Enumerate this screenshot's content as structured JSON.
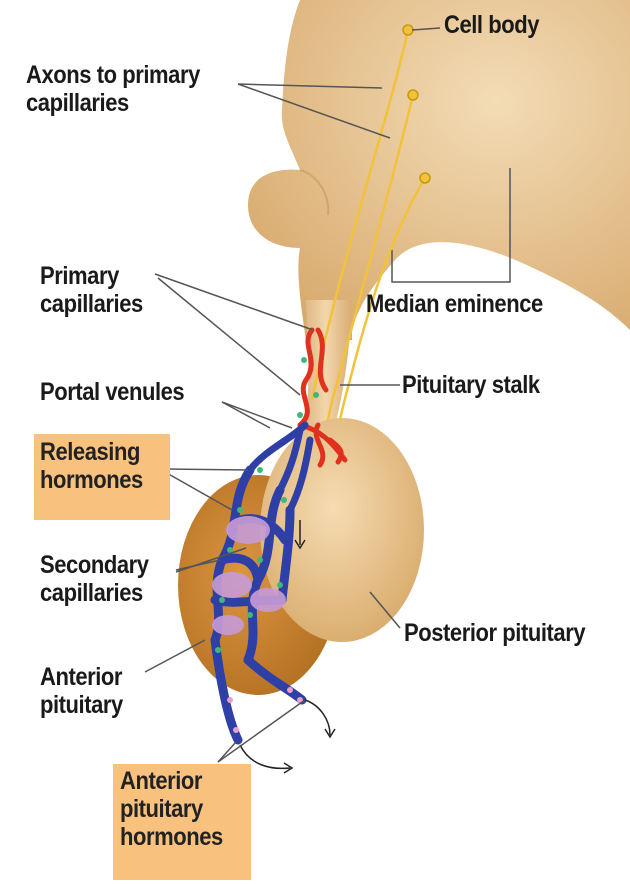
{
  "labels": {
    "cell_body": "Cell body",
    "axons": [
      "Axons to primary",
      "capillaries"
    ],
    "median_eminence": "Median eminence",
    "primary_capillaries": [
      "Primary",
      "capillaries"
    ],
    "pituitary_stalk": "Pituitary stalk",
    "portal_venules": "Portal venules",
    "releasing_hormones": [
      "Releasing",
      "hormones"
    ],
    "secondary_capillaries": [
      "Secondary",
      "capillaries"
    ],
    "posterior_pituitary": "Posterior pituitary",
    "anterior_pituitary": [
      "Anterior",
      "pituitary"
    ],
    "anterior_pituitary_hormones": [
      "Anterior",
      "pituitary",
      "hormones"
    ]
  },
  "colors": {
    "hypothalamus": "#e6c08e",
    "posterior": "#ecca98",
    "anterior": "#c98533",
    "neuron": "#f2c23a",
    "artery": "#e0301e",
    "vein": "#2e3fa6",
    "hormone_dot": "#3fb87a",
    "anterior_cells": "#c79bd6",
    "highlight_box": "#f8c27e"
  }
}
